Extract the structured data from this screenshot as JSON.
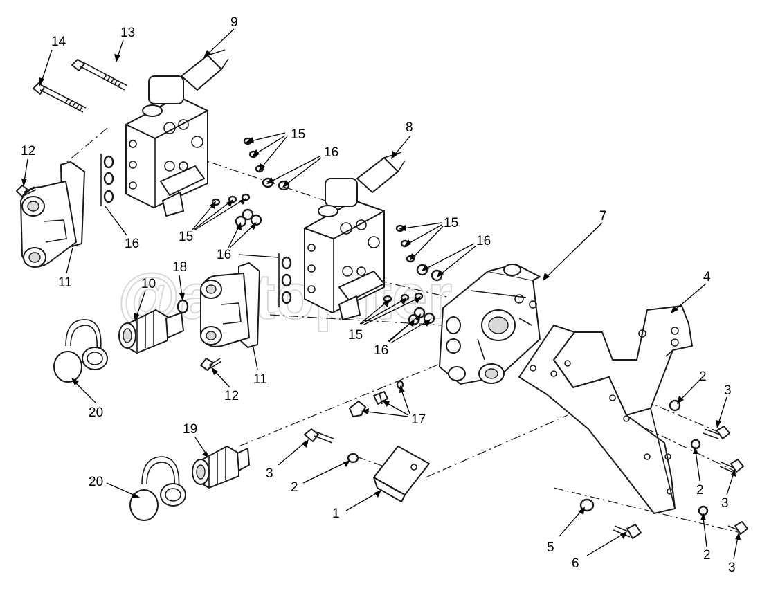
{
  "watermark": "@autopiter.ru",
  "callouts": [
    "1",
    "2",
    "3",
    "4",
    "5",
    "6",
    "7",
    "8",
    "9",
    "10",
    "11",
    "12",
    "13",
    "14",
    "15",
    "16",
    "17",
    "18",
    "19",
    "20"
  ]
}
